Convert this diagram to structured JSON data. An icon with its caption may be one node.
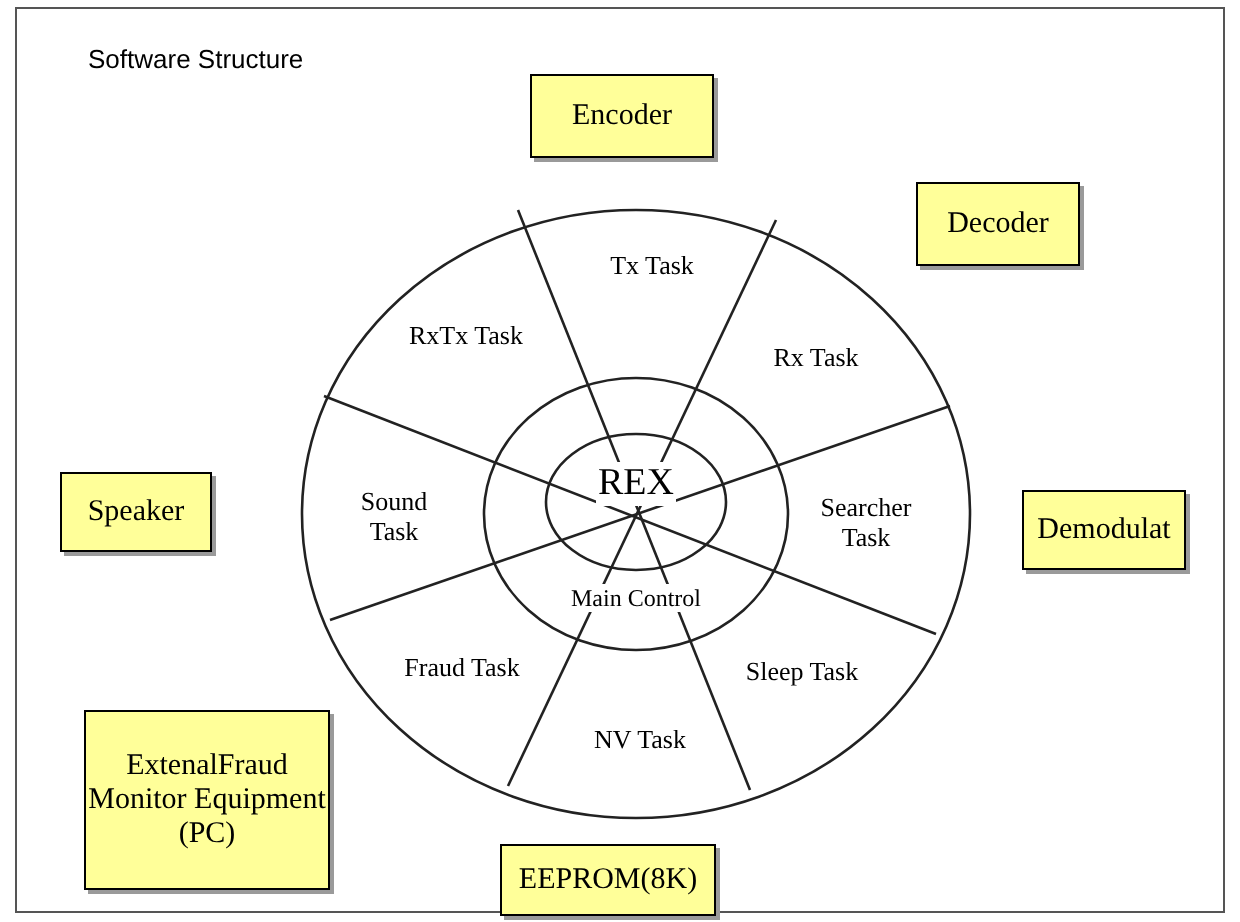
{
  "diagram": {
    "title": "Software Structure",
    "nodes": [
      {
        "text": [
          "Encoder"
        ]
      },
      {
        "text": [
          "Decoder"
        ]
      },
      {
        "text": [
          "Speaker"
        ]
      },
      {
        "text": [
          "Demodulat"
        ]
      },
      {
        "text": [
          "ExtenalFraud Monitor Equipment (PC)"
        ]
      },
      {
        "text": [
          "EEPROM(8K)"
        ]
      },
      {
        "text": [
          "Tx Task"
        ]
      },
      {
        "text": [
          "Rx Task"
        ]
      },
      {
        "text": [
          "Searcher Task"
        ]
      },
      {
        "text": [
          "Sleep Task"
        ]
      },
      {
        "text": [
          "NV Task"
        ]
      },
      {
        "text": [
          "Fraud Task"
        ]
      },
      {
        "text": [
          "Sound Task"
        ]
      },
      {
        "text": [
          "RxTx Task"
        ]
      },
      {
        "text": [
          "REX"
        ]
      },
      {
        "text": [
          "Main Control"
        ]
      }
    ]
  }
}
